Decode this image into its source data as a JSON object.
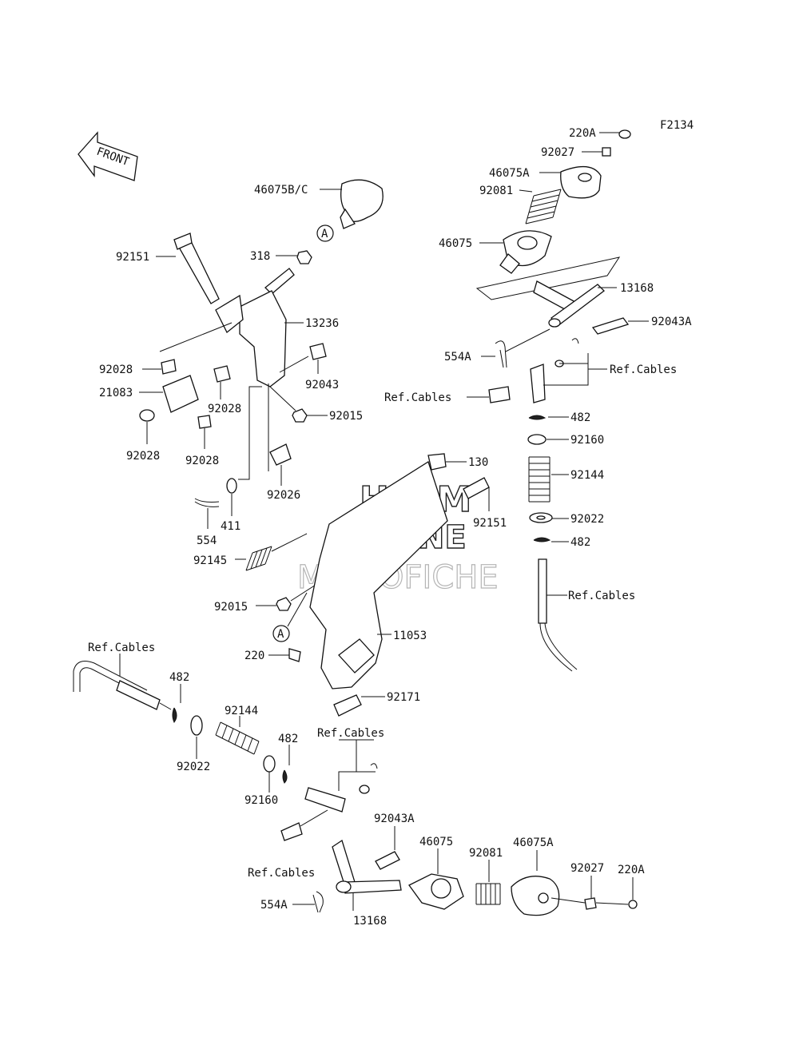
{
  "figure_code": "F2134",
  "front_label": "FRONT",
  "watermark": {
    "line1": "HLSM",
    "line2": "ONLINE",
    "line3": "MICROFICHE"
  },
  "callout_letter": "A",
  "labels": [
    {
      "id": "l-220a-top",
      "text": "220A"
    },
    {
      "id": "l-92027-top",
      "text": "92027"
    },
    {
      "id": "l-46075a-top",
      "text": "46075A"
    },
    {
      "id": "l-92081-top",
      "text": "92081"
    },
    {
      "id": "l-46075-top",
      "text": "46075"
    },
    {
      "id": "l-13168-top",
      "text": "13168"
    },
    {
      "id": "l-92043a-top",
      "text": "92043A"
    },
    {
      "id": "l-554a-top",
      "text": "554A"
    },
    {
      "id": "l-refcables-1",
      "text": "Ref.Cables"
    },
    {
      "id": "l-refcables-2",
      "text": "Ref.Cables"
    },
    {
      "id": "l-482-a",
      "text": "482"
    },
    {
      "id": "l-92160-a",
      "text": "92160"
    },
    {
      "id": "l-92144-a",
      "text": "92144"
    },
    {
      "id": "l-92022-a",
      "text": "92022"
    },
    {
      "id": "l-482-b",
      "text": "482"
    },
    {
      "id": "l-refcables-3",
      "text": "Ref.Cables"
    },
    {
      "id": "l-46075bc",
      "text": "46075B/C"
    },
    {
      "id": "l-92151-a",
      "text": "92151"
    },
    {
      "id": "l-318",
      "text": "318"
    },
    {
      "id": "l-13236",
      "text": "13236"
    },
    {
      "id": "l-92028-a",
      "text": "92028"
    },
    {
      "id": "l-21083",
      "text": "21083"
    },
    {
      "id": "l-92043",
      "text": "92043"
    },
    {
      "id": "l-92028-b",
      "text": "92028"
    },
    {
      "id": "l-92015-a",
      "text": "92015"
    },
    {
      "id": "l-92028-c",
      "text": "92028"
    },
    {
      "id": "l-92028-d",
      "text": "92028"
    },
    {
      "id": "l-92026",
      "text": "92026"
    },
    {
      "id": "l-130",
      "text": "130"
    },
    {
      "id": "l-92151-b",
      "text": "92151"
    },
    {
      "id": "l-554",
      "text": "554"
    },
    {
      "id": "l-411",
      "text": "411"
    },
    {
      "id": "l-92145",
      "text": "92145"
    },
    {
      "id": "l-92015-b",
      "text": "92015"
    },
    {
      "id": "l-11053",
      "text": "11053"
    },
    {
      "id": "l-220",
      "text": "220"
    },
    {
      "id": "l-refcables-4",
      "text": "Ref.Cables"
    },
    {
      "id": "l-482-c",
      "text": "482"
    },
    {
      "id": "l-92171",
      "text": "92171"
    },
    {
      "id": "l-92144-b",
      "text": "92144"
    },
    {
      "id": "l-92022-b",
      "text": "92022"
    },
    {
      "id": "l-482-d",
      "text": "482"
    },
    {
      "id": "l-refcables-5",
      "text": "Ref.Cables"
    },
    {
      "id": "l-92160-b",
      "text": "92160"
    },
    {
      "id": "l-92043a-bot",
      "text": "92043A"
    },
    {
      "id": "l-46075-bot",
      "text": "46075"
    },
    {
      "id": "l-92081-bot",
      "text": "92081"
    },
    {
      "id": "l-46075a-bot",
      "text": "46075A"
    },
    {
      "id": "l-92027-bot",
      "text": "92027"
    },
    {
      "id": "l-220a-bot",
      "text": "220A"
    },
    {
      "id": "l-refcables-6",
      "text": "Ref.Cables"
    },
    {
      "id": "l-554a-bot",
      "text": "554A"
    },
    {
      "id": "l-13168-bot",
      "text": "13168"
    }
  ]
}
